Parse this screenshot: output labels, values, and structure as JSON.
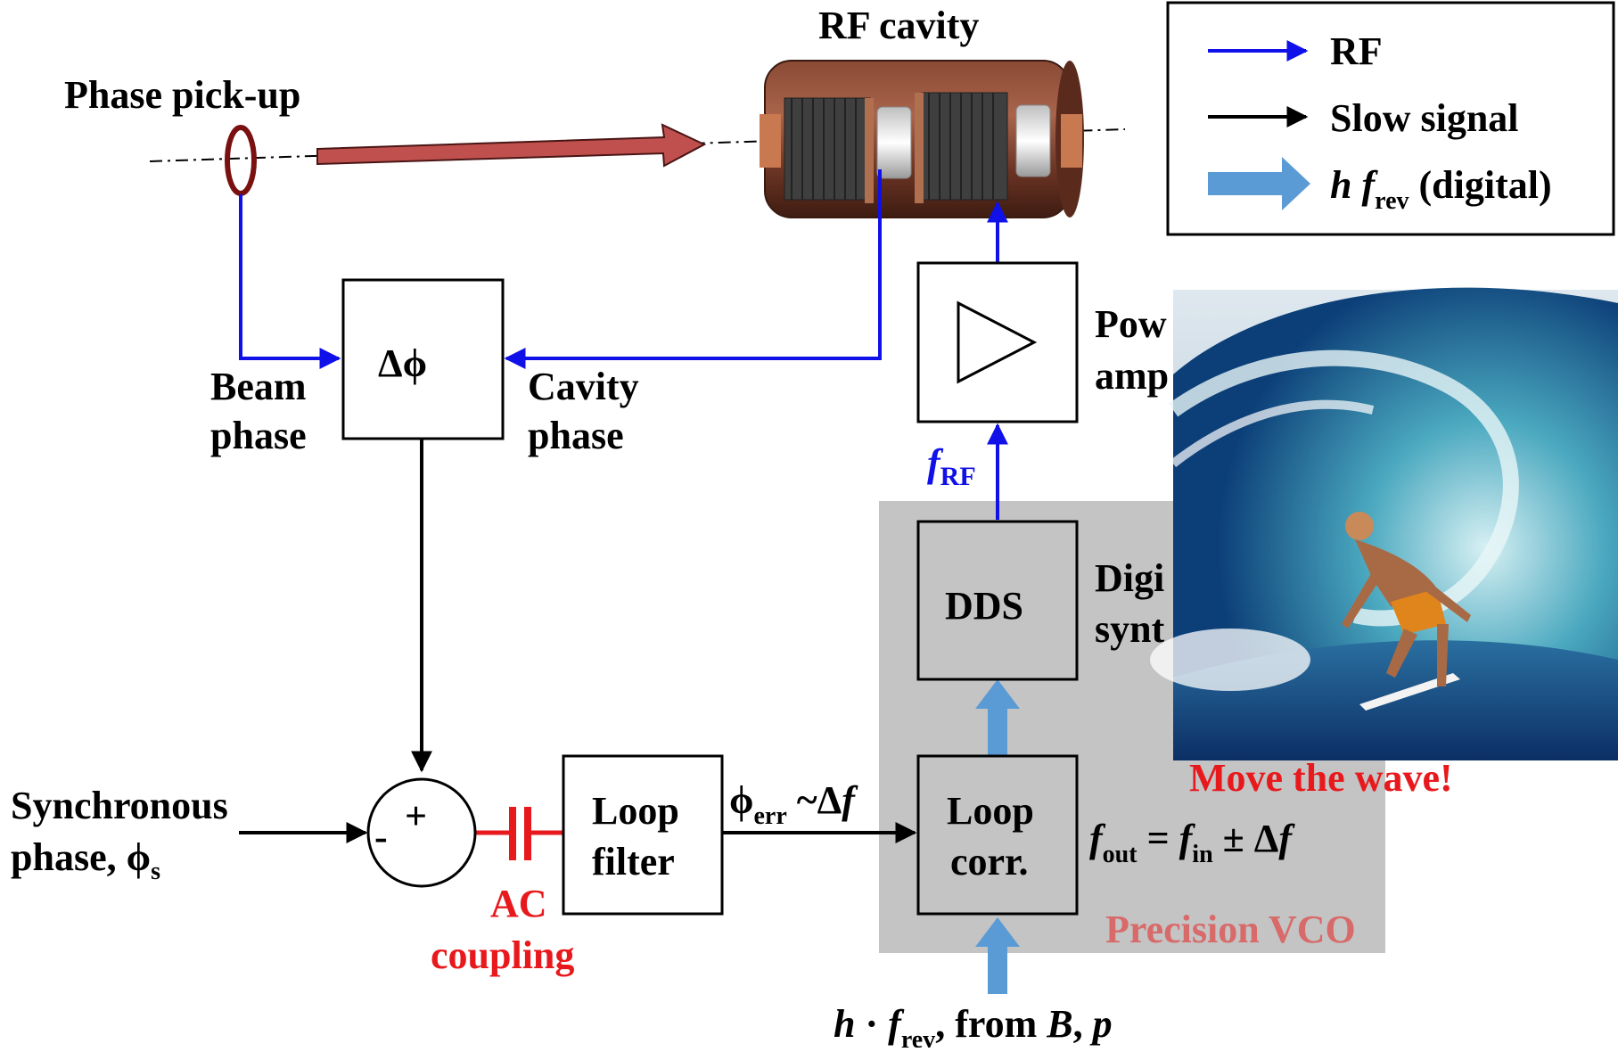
{
  "legend": {
    "rf": "RF",
    "slow_signal": "Slow signal",
    "digital_h": "h",
    "digital_f": "f",
    "digital_sub": "rev",
    "digital_tail": " (digital)"
  },
  "labels": {
    "rf_cavity": "RF cavity",
    "phase_pickup": "Phase pick-up",
    "delta_phi": "Δϕ",
    "beam_phase_1": "Beam",
    "beam_phase_2": "phase",
    "cavity_phase_1": "Cavity",
    "cavity_phase_2": "phase",
    "power_amp_1": "Pow",
    "power_amp_2": "amp",
    "f_rf_main": "f",
    "f_rf_sub": "RF",
    "dds": "DDS",
    "digital_synth_1": "Digi",
    "digital_synth_2": "synt",
    "synchronous_1": "Synchronous",
    "synchronous_2": "phase, ϕ",
    "synchronous_sub": "s",
    "summer_plus": "+",
    "summer_minus": "-",
    "ac_coupling_1": "AC",
    "ac_coupling_2": "coupling",
    "loop_filter_1": "Loop",
    "loop_filter_2": "filter",
    "phi_err_main": "ϕ",
    "phi_err_sub": "err",
    "phi_err_tail": " ~Δ",
    "phi_err_f": "f",
    "loop_corr_1": "Loop",
    "loop_corr_2": "corr.",
    "fout_f": "f",
    "fout_sub": "out",
    "fout_eq": " = ",
    "fin_f": "f",
    "fin_sub": "in",
    "fout_tail": " ± Δ",
    "fout_tail_f": "f",
    "precision_vco": "Precision VCO",
    "move_the_wave": "Move the wave!",
    "bottom_h": "h",
    "bottom_dot": " · ",
    "bottom_f": "f",
    "bottom_sub": "rev",
    "bottom_from": ", from ",
    "bottom_B": "B",
    "bottom_comma": ", ",
    "bottom_p": "p"
  },
  "colors": {
    "rf_line": "#1010e8",
    "slow_line": "#000000",
    "digital_arrow": "#5b9bd5",
    "ac_coupling": "#e8191c",
    "vco_panel": "#c4c4c4",
    "beam_arrow": "#c0504d",
    "pickup": "#7a1010",
    "cavity_body": "#6b3a2a"
  }
}
